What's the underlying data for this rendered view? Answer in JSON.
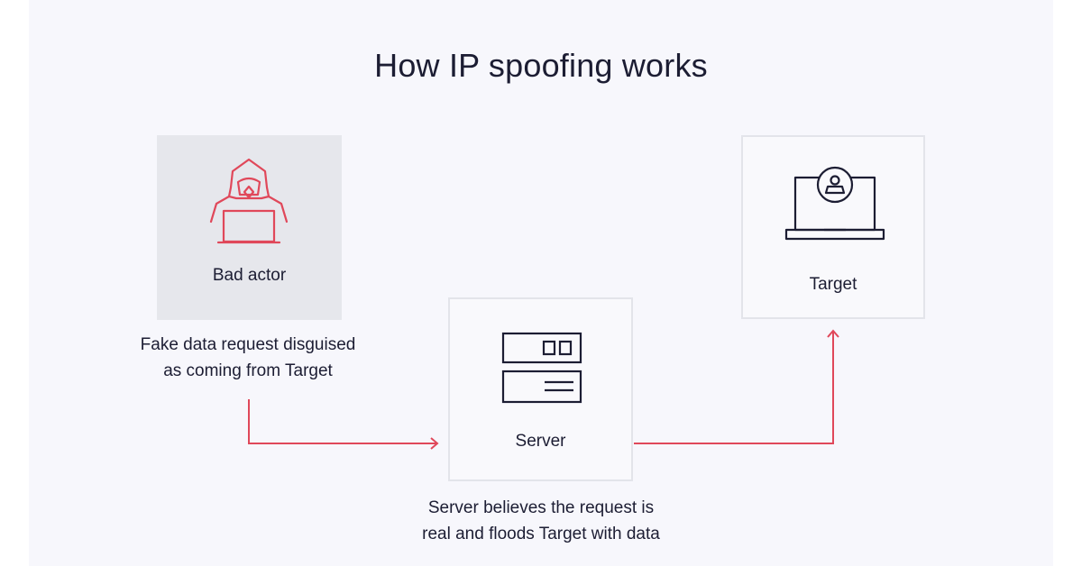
{
  "title": "How IP spoofing works",
  "nodes": {
    "bad_actor": {
      "label": "Bad actor",
      "icon": "hacker-icon"
    },
    "server": {
      "label": "Server",
      "icon": "server-icon"
    },
    "target": {
      "label": "Target",
      "icon": "laptop-user-icon"
    }
  },
  "captions": {
    "step_1": [
      "Fake data request disguised",
      "as coming from Target"
    ],
    "step_2": [
      "Server believes the request is",
      "real and floods Target with data"
    ]
  },
  "colors": {
    "arrow": "#e0485a",
    "accent_icon": "#e0485a",
    "text": "#1c1d33",
    "panel_bg": "#f7f7fc"
  }
}
